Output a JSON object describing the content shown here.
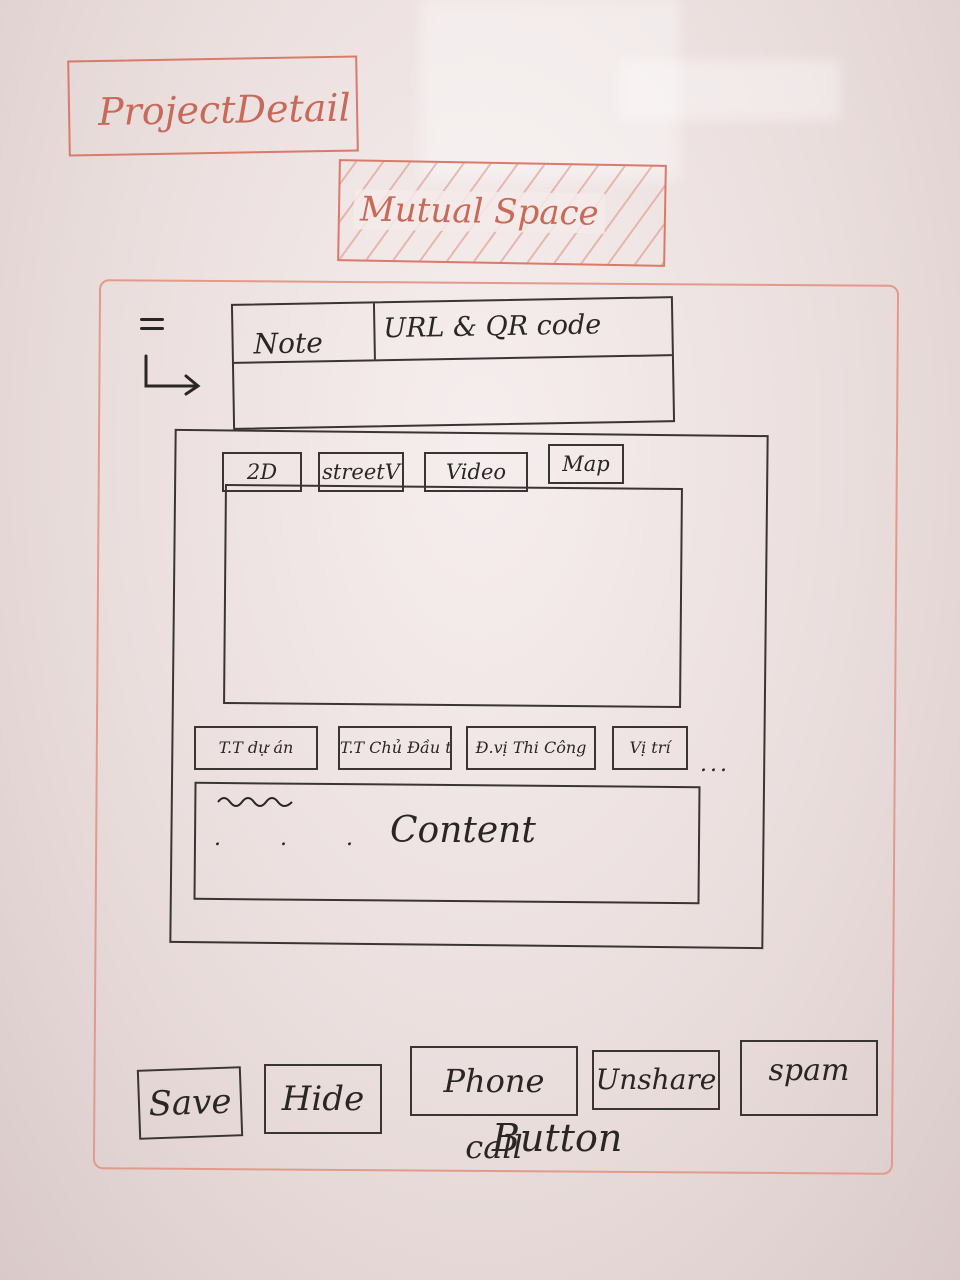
{
  "title": "ProjectDetail",
  "mutual_space": "Mutual Space",
  "header": {
    "menu_icon": "hamburger-menu-icon",
    "share_icon": "share-arrow-icon",
    "tabs": [
      "Note",
      "URL & QR code"
    ]
  },
  "media": {
    "tabs": [
      "2D",
      "streetV",
      "Video",
      "Map"
    ]
  },
  "info": {
    "tabs": [
      "T.T dự án",
      "T.T Chủ Đầu tư",
      "Đ.vị Thi Công",
      "Vị trí"
    ],
    "more": "..."
  },
  "content": {
    "label": "Content",
    "dots": ". . ."
  },
  "actions": {
    "buttons": [
      "Save",
      "Hide",
      "Phone call",
      "Unshare",
      "spam"
    ],
    "caption": "Button"
  },
  "colors": {
    "ink": "#2a2624",
    "red_marker": "#d97a6a",
    "board": "#ece2e1"
  }
}
